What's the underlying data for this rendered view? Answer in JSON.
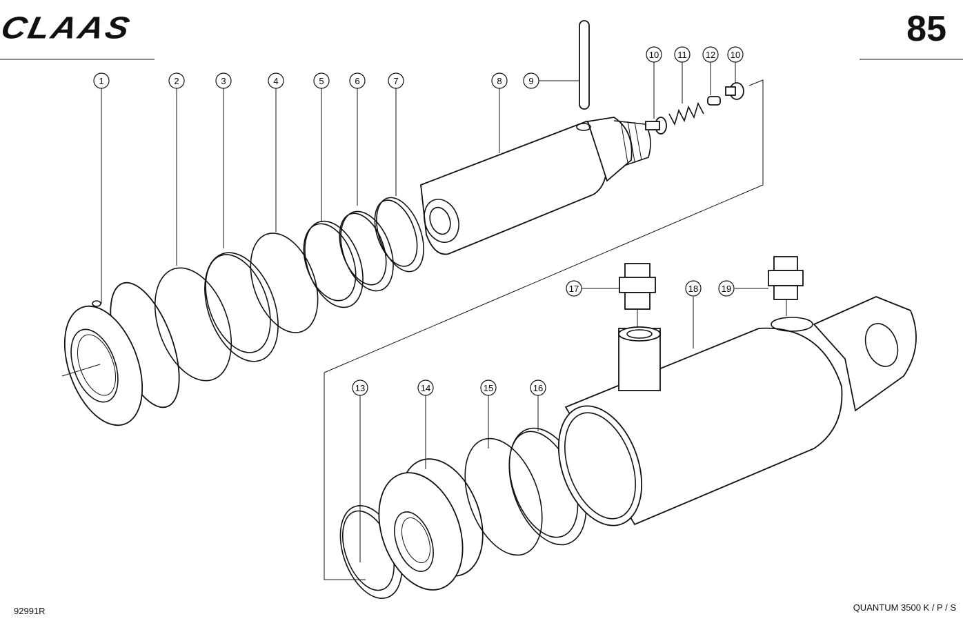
{
  "header": {
    "brand": "CLAAS",
    "page_number": "85"
  },
  "footer": {
    "doc_code": "92991R",
    "model": "QUANTUM  3500 K / P / S"
  },
  "callouts": [
    "1",
    "2",
    "3",
    "4",
    "5",
    "6",
    "7",
    "8",
    "9",
    "10",
    "11",
    "12",
    "10",
    "13",
    "14",
    "15",
    "16",
    "17",
    "18",
    "19"
  ]
}
